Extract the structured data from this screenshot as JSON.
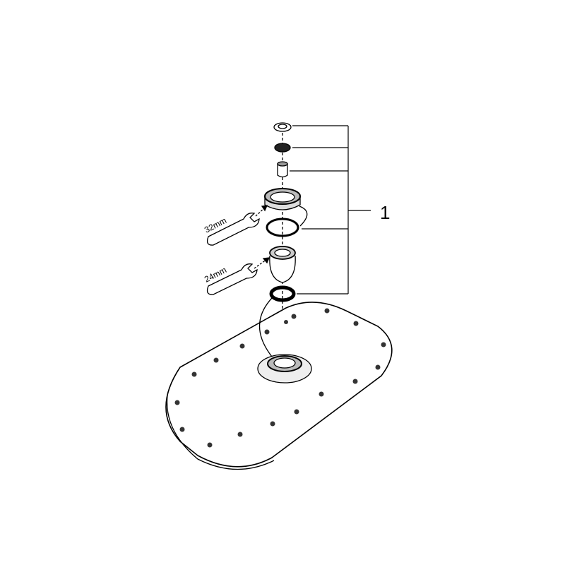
{
  "diagram": {
    "callout_number": "1",
    "wrench_sizes": [
      "32mm",
      "24mm"
    ],
    "colors": {
      "line": "#000000",
      "fill": "#ffffff",
      "shade": "#d8d8d8"
    }
  }
}
